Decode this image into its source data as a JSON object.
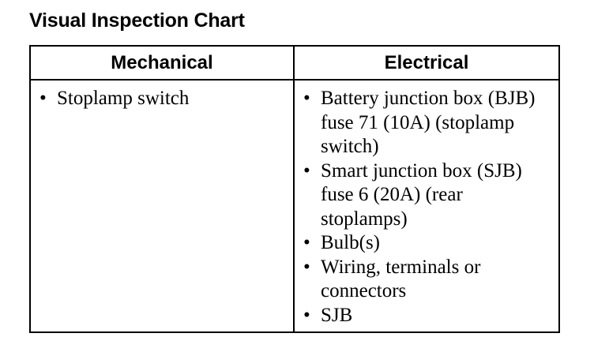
{
  "title": "Visual Inspection Chart",
  "table": {
    "headers": [
      "Mechanical",
      "Electrical"
    ],
    "mechanical_items": [
      "Stoplamp switch"
    ],
    "electrical_items": [
      "Battery junction box (BJB) fuse 71 (10A) (stoplamp switch)",
      "Smart junction box (SJB) fuse 6 (20A) (rear stoplamps)",
      "Bulb(s)",
      "Wiring, terminals or connectors",
      "SJB"
    ]
  }
}
